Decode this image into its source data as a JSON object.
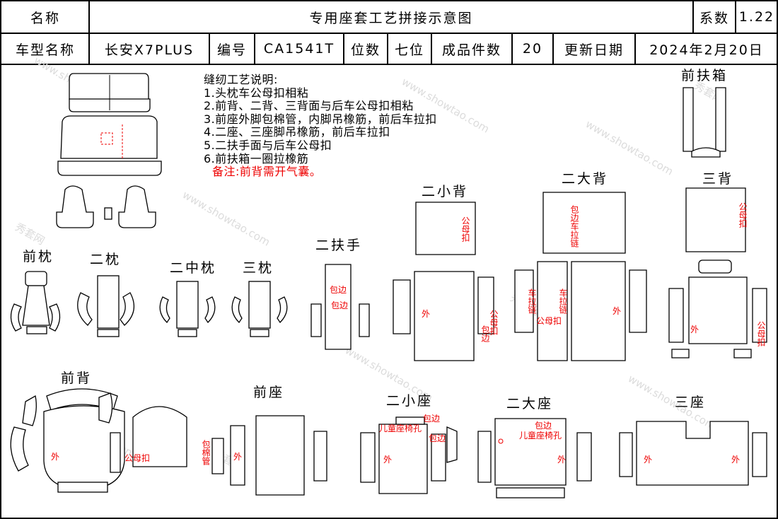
{
  "header": {
    "name_label": "名称",
    "title": "专用座套工艺拼接示意图",
    "coef_label": "系数",
    "coef_value": "1.22",
    "model_label": "车型名称",
    "model_value": "长安X7PLUS",
    "code_label": "编号",
    "code_value": "CA1541T",
    "seats_label": "位数",
    "seats_value": "七位",
    "pieces_label": "成品件数",
    "pieces_value": "20",
    "date_label": "更新日期",
    "date_value": "2024年2月20日"
  },
  "notes": {
    "title": "缝纫工艺说明:",
    "lines": [
      "1.头枕车公母扣相粘",
      "2.前背、二背、三背面与后车公母扣相粘",
      "3.前座外脚包棉管，内脚吊橡筋，前后车拉扣",
      "4.二座、三座脚吊橡筋，前后车拉扣",
      "5.二扶手面与后车公母扣",
      "6.前扶箱一圈拉橡筋"
    ],
    "remark": "备注:前背需开气囊。"
  },
  "parts": {
    "front_box": "前扶箱",
    "second_small_back": "二小背",
    "second_big_back": "二大背",
    "third_back": "三背",
    "front_headrest": "前枕",
    "second_headrest": "二枕",
    "second_mid_headrest": "二中枕",
    "third_headrest": "三枕",
    "second_armrest": "二扶手",
    "front_back": "前背",
    "front_seat": "前座",
    "second_small_seat": "二小座",
    "second_big_seat": "二大座",
    "third_seat": "三座"
  },
  "annotations": {
    "outer": "外",
    "snap": "公母扣",
    "edge": "包边",
    "zipper": "车拉链",
    "edge_zipper": "包边车拉链",
    "cotton_tube": "包棉管",
    "child_seat_hole": "儿童座椅孔"
  },
  "watermark": {
    "cn": "秀套网",
    "url": "www.showtao.com"
  }
}
